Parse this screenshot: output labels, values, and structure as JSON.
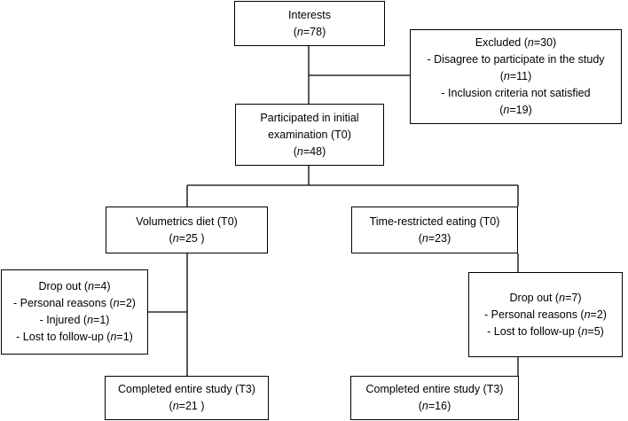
{
  "interests": {
    "lines": [
      [
        {
          "t": "Interests"
        }
      ],
      [
        {
          "t": "(",
          "i": false
        },
        {
          "t": "n",
          "i": true
        },
        {
          "t": "=78)",
          "i": false
        }
      ]
    ]
  },
  "excluded": {
    "lines": [
      [
        {
          "t": "Excluded ("
        },
        {
          "t": "n",
          "i": true
        },
        {
          "t": "=30)"
        }
      ],
      [
        {
          "t": "- Disagree to participate in the study"
        }
      ],
      [
        {
          "t": "("
        },
        {
          "t": "n",
          "i": true
        },
        {
          "t": "=11)"
        }
      ],
      [
        {
          "t": "- Inclusion criteria not satisfied"
        }
      ],
      [
        {
          "t": "("
        },
        {
          "t": "n",
          "i": true
        },
        {
          "t": "=19)"
        }
      ]
    ]
  },
  "initial_exam": {
    "lines": [
      [
        {
          "t": "Participated in initial"
        }
      ],
      [
        {
          "t": "examination (T0)"
        }
      ],
      [
        {
          "t": "("
        },
        {
          "t": "n",
          "i": true
        },
        {
          "t": "=48)"
        }
      ]
    ]
  },
  "volumetrics": {
    "lines": [
      [
        {
          "t": "Volumetrics diet (T0)"
        }
      ],
      [
        {
          "t": "("
        },
        {
          "t": "n",
          "i": true
        },
        {
          "t": "=25 )"
        }
      ]
    ]
  },
  "tre": {
    "lines": [
      [
        {
          "t": "Time-restricted eating (T0)"
        }
      ],
      [
        {
          "t": "("
        },
        {
          "t": "n",
          "i": true
        },
        {
          "t": "=23)"
        }
      ]
    ]
  },
  "dropout_left": {
    "lines": [
      [
        {
          "t": "Drop out ("
        },
        {
          "t": "n",
          "i": true
        },
        {
          "t": "=4)"
        }
      ],
      [
        {
          "t": "- Personal reasons ("
        },
        {
          "t": "n",
          "i": true
        },
        {
          "t": "=2)"
        }
      ],
      [
        {
          "t": "- Injured ("
        },
        {
          "t": "n",
          "i": true
        },
        {
          "t": "=1)"
        }
      ],
      [
        {
          "t": "- Lost to follow-up ("
        },
        {
          "t": "n",
          "i": true
        },
        {
          "t": "=1)"
        }
      ]
    ]
  },
  "dropout_right": {
    "lines": [
      [
        {
          "t": "Drop out ("
        },
        {
          "t": "n",
          "i": true
        },
        {
          "t": "=7)"
        }
      ],
      [
        {
          "t": "- Personal reasons ("
        },
        {
          "t": "n",
          "i": true
        },
        {
          "t": "=2)"
        }
      ],
      [
        {
          "t": "- Lost to follow-up ("
        },
        {
          "t": "n",
          "i": true
        },
        {
          "t": "=5)"
        }
      ]
    ]
  },
  "completed_left": {
    "lines": [
      [
        {
          "t": "Completed entire study (T3)"
        }
      ],
      [
        {
          "t": "("
        },
        {
          "t": "n",
          "i": true
        },
        {
          "t": "=21 )"
        }
      ]
    ]
  },
  "completed_right": {
    "lines": [
      [
        {
          "t": "Completed entire study (T3)"
        }
      ],
      [
        {
          "t": "("
        },
        {
          "t": "n",
          "i": true
        },
        {
          "t": "=16)"
        }
      ]
    ]
  }
}
